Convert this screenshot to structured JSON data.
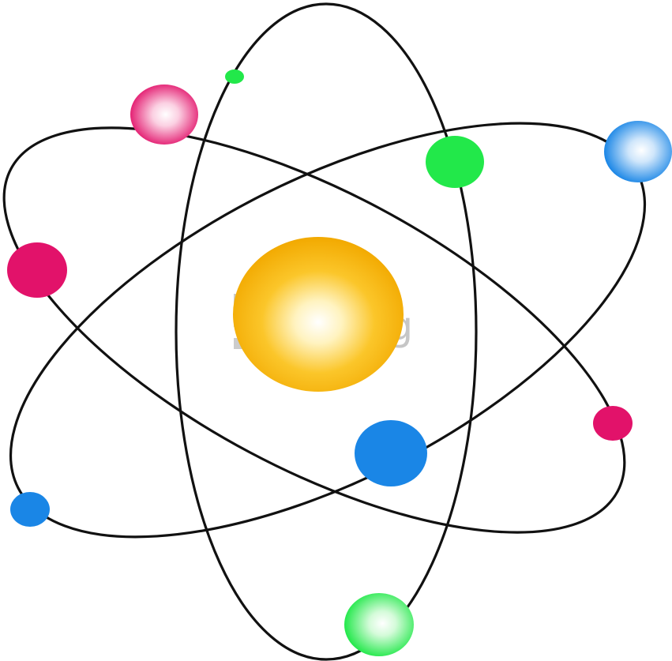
{
  "image": {
    "subject": "atom",
    "background_color": "#ffffff",
    "orbit_stroke_color": "#111111"
  },
  "nucleus": {
    "color": "#f7b500",
    "highlight_color": "#ffffff"
  },
  "electrons": [
    {
      "color": "#e2126a",
      "highlight": "#ffffff"
    },
    {
      "color": "#e2126a",
      "highlight": "#ffffff"
    },
    {
      "color": "#e2126a",
      "highlight": "#ffffff"
    },
    {
      "color": "#1a86e6",
      "highlight": "#ffffff"
    },
    {
      "color": "#1a86e6",
      "highlight": "#ffffff"
    },
    {
      "color": "#1a86e6",
      "highlight": "#ffffff"
    },
    {
      "color": "#22e84a",
      "highlight": "#ffffff"
    },
    {
      "color": "#22e84a",
      "highlight": "#ffffff"
    },
    {
      "color": "#22e84a",
      "highlight": "#ffffff"
    }
  ],
  "watermark": {
    "text_bold": "top",
    "text_light": "png",
    "color": "#8f8f8f"
  }
}
